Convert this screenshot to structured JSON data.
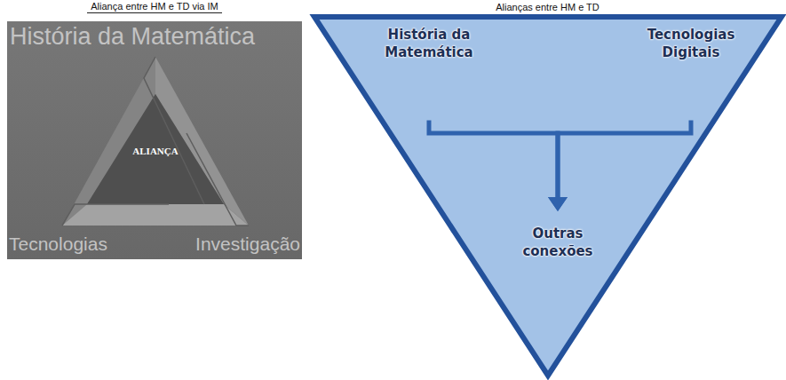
{
  "diagram": {
    "nodes": [
      {
        "text": [
          "Aliança entre HM e TD via IM",
          "História da Matemática",
          "Tecnologias",
          "Investigação"
        ]
      },
      {
        "text": [
          "ALIANÇA"
        ],
        "in": 0
      },
      {
        "text": [
          "Alianças entre HM e TD"
        ]
      },
      {
        "text": [
          "História da Matemática"
        ],
        "in": 2
      },
      {
        "text": [
          "Tecnologias Digitais"
        ],
        "in": 2
      },
      {
        "text": [
          "Outras conexões"
        ],
        "in": 2
      }
    ],
    "edges": [
      {
        "from": 3,
        "to": 5,
        "arrow": "to"
      },
      {
        "from": 4,
        "to": 5,
        "arrow": "to"
      }
    ]
  }
}
